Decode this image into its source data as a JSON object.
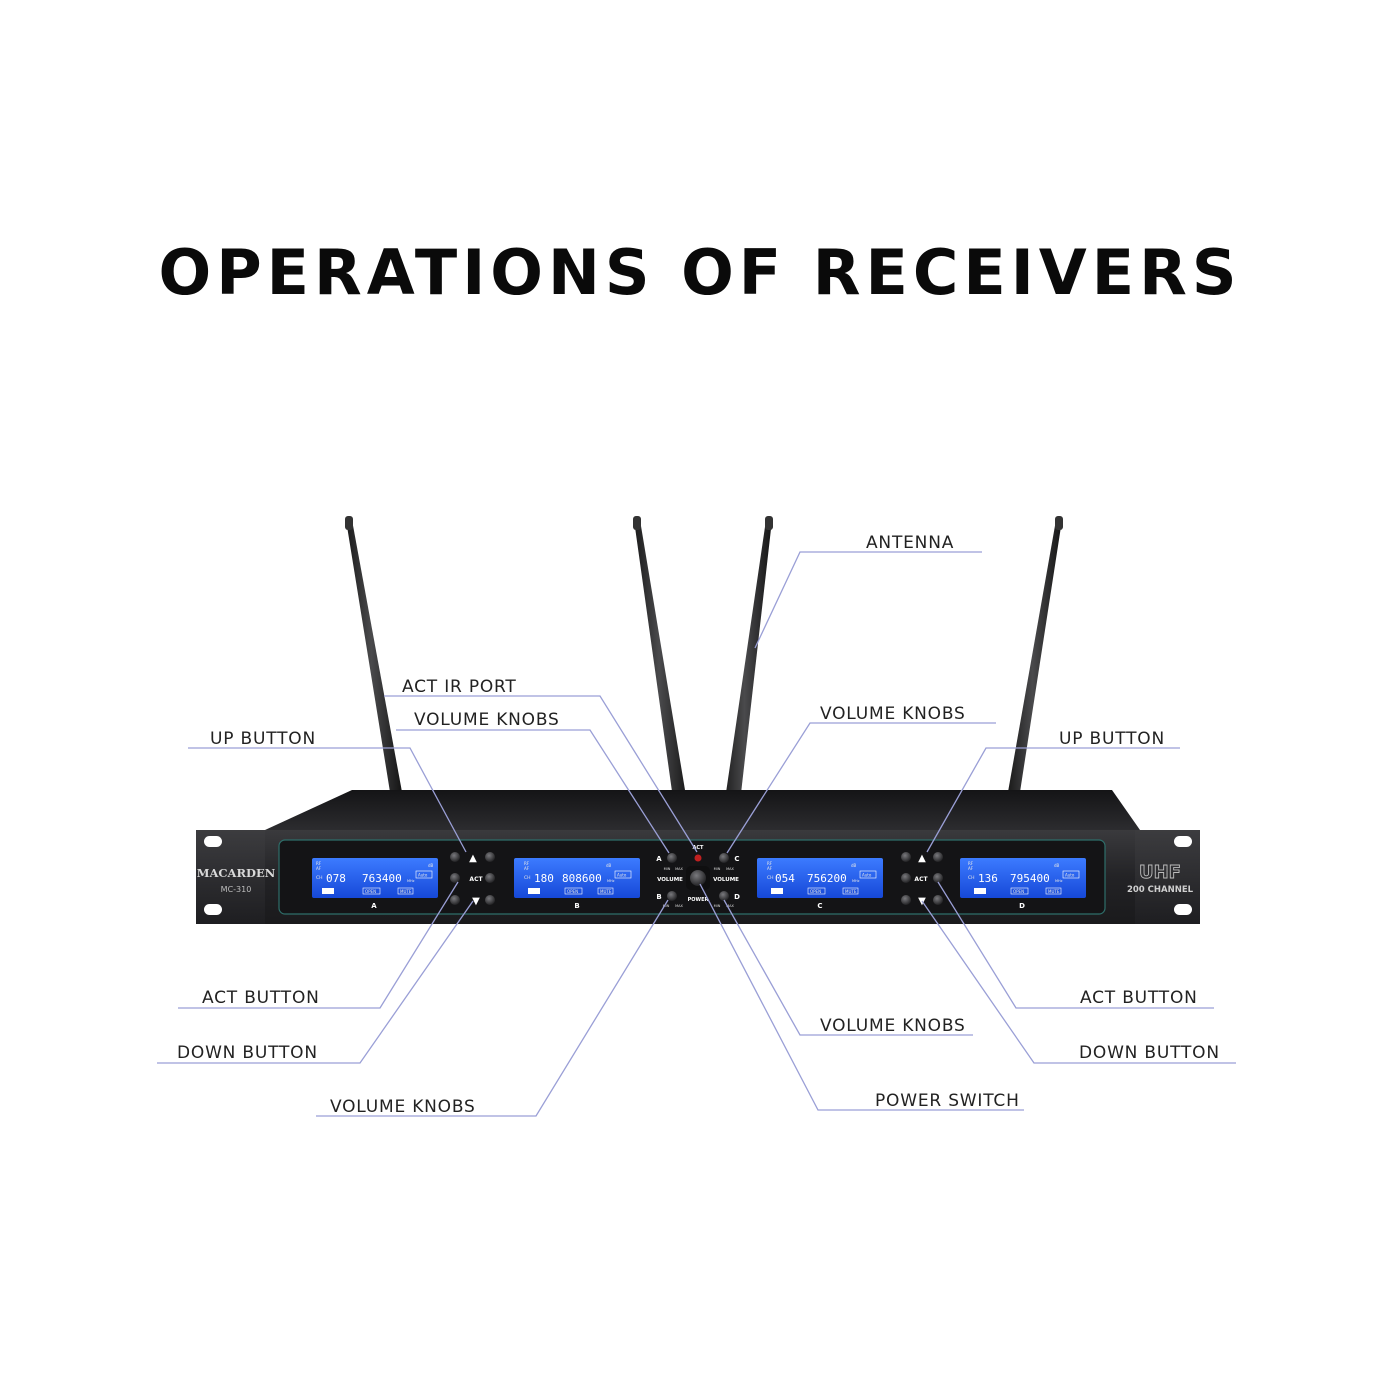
{
  "title": "OPERATIONS OF RECEIVERS",
  "colors": {
    "leader_line": "#9a9fd6",
    "lcd_blue": "#1f63f2",
    "chassis": "#1b1b1d",
    "text": "#222222"
  },
  "device": {
    "brand": "MACARDEN",
    "model": "MC-310",
    "badge": "UHF",
    "badge_sub": "200 CHANNEL",
    "center_top": "ACT",
    "center_power": "POWER",
    "volume_label": "VOLUME",
    "min_label": "MIN",
    "max_label": "MAX",
    "act_label": "ACT",
    "knob_letters": [
      "A",
      "B",
      "C",
      "D"
    ],
    "screens": [
      {
        "letter": "A",
        "ch": "078",
        "freq": "763400",
        "status": [
          "OPEN",
          "MUTE"
        ],
        "auto": "Auto",
        "ch_label": "CH",
        "unit": "MHz",
        "meter": "dB"
      },
      {
        "letter": "B",
        "ch": "180",
        "freq": "808600",
        "status": [
          "OPEN",
          "MUTE"
        ],
        "auto": "Auto",
        "ch_label": "CH",
        "unit": "MHz",
        "meter": "dB"
      },
      {
        "letter": "C",
        "ch": "054",
        "freq": "756200",
        "status": [
          "OPEN",
          "MUTE"
        ],
        "auto": "Auto",
        "ch_label": "CH",
        "unit": "MHz",
        "meter": "dB"
      },
      {
        "letter": "D",
        "ch": "136",
        "freq": "795400",
        "status": [
          "OPEN",
          "MUTE"
        ],
        "auto": "Auto",
        "ch_label": "CH",
        "unit": "MHz",
        "meter": "dB"
      }
    ]
  },
  "callouts": {
    "antenna": "ANTENNA",
    "act_ir_port": "ACT IR PORT",
    "volume_knobs_top_left": "VOLUME KNOBS",
    "up_button_left": "UP BUTTON",
    "volume_knobs_top_right": "VOLUME KNOBS",
    "up_button_right": "UP BUTTON",
    "act_button_left": "ACT BUTTON",
    "down_button_left": "DOWN BUTTON",
    "volume_knobs_bottom_left": "VOLUME KNOBS",
    "volume_knobs_bottom_right": "VOLUME KNOBS",
    "power_switch": "POWER SWITCH",
    "act_button_right": "ACT BUTTON",
    "down_button_right": "DOWN BUTTON"
  }
}
